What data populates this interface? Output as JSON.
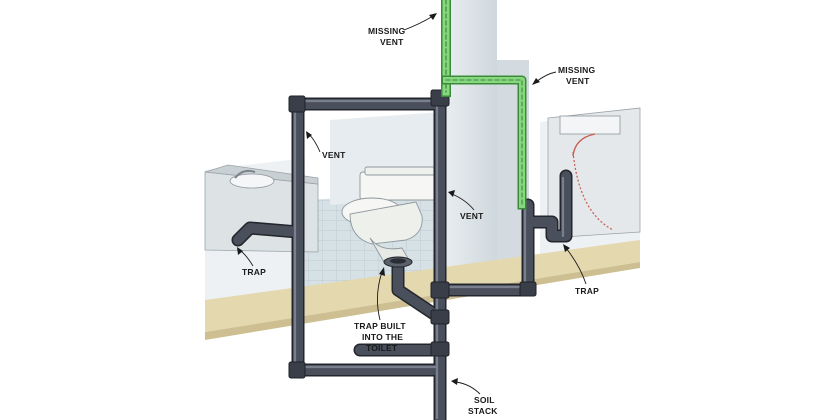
{
  "labels": {
    "missing_vent_top": [
      "MISSING",
      "VENT"
    ],
    "missing_vent_right": [
      "MISSING",
      "VENT"
    ],
    "vent_left": "VENT",
    "vent_center": "VENT",
    "trap_left": "TRAP",
    "trap_right": "TRAP",
    "trap_toilet": [
      "TRAP BUILT",
      "INTO THE",
      "TOILET"
    ],
    "soil_stack": [
      "SOIL",
      "STACK"
    ]
  },
  "colors": {
    "pipe": "#3f4451",
    "pipe_highlight": "#7c8290",
    "missing_vent": "#7fd17a",
    "floor": "#e9dfb8",
    "wall": "#dfe6ea",
    "tile_floor": "#cfdbe0"
  }
}
